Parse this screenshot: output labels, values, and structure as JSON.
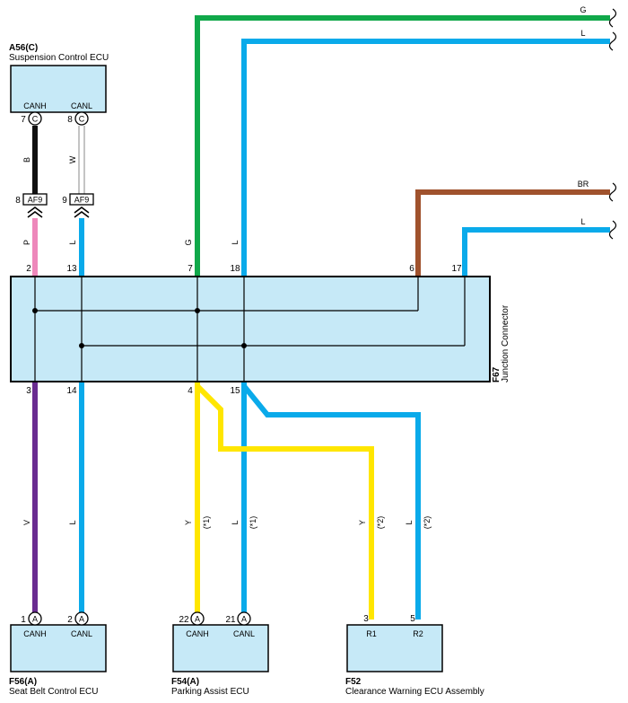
{
  "ecus": {
    "suspension": {
      "code": "A56(C)",
      "name": "Suspension Control ECU",
      "pin_canh": "CANH",
      "pin_canl": "CANL"
    },
    "seatbelt": {
      "code": "F56(A)",
      "name": "Seat Belt Control ECU",
      "pin_canh": "CANH",
      "pin_canl": "CANL"
    },
    "parking": {
      "code": "F54(A)",
      "name": "Parking Assist ECU",
      "pin_canh": "CANH",
      "pin_canl": "CANL"
    },
    "clearance": {
      "code": "F52",
      "name": "Clearance Warning ECU Assembly",
      "pin_r1": "R1",
      "pin_r2": "R2"
    }
  },
  "junction": {
    "code": "F67",
    "name": "Junction Connector"
  },
  "connector_letters": {
    "c": "C",
    "a": "A",
    "af9": "AF9"
  },
  "pins": {
    "susp_canh": "7",
    "susp_canl": "8",
    "af9_left": "8",
    "af9_right": "9",
    "jc_top": [
      "2",
      "13",
      "7",
      "18",
      "6",
      "17"
    ],
    "jc_bottom": [
      "3",
      "14",
      "4",
      "15"
    ],
    "seatbelt_canh": "1",
    "seatbelt_canl": "2",
    "parking_canh": "22",
    "parking_canl": "21",
    "clearance_r1": "3",
    "clearance_r2": "5"
  },
  "wire_colors": {
    "b": "B",
    "w": "W",
    "p": "P",
    "l": "L",
    "g": "G",
    "br": "BR",
    "v": "V",
    "y": "Y"
  },
  "notes": {
    "n1": "(*1)",
    "n2": "(*2)"
  },
  "colors": {
    "box_fill": "#c6e9f7",
    "green": "#10a84a",
    "blue": "#0aaaea",
    "brown": "#a0522d",
    "pink": "#ee88bb",
    "purple": "#6a2c91",
    "yellow": "#ffe600",
    "black": "#111111"
  }
}
